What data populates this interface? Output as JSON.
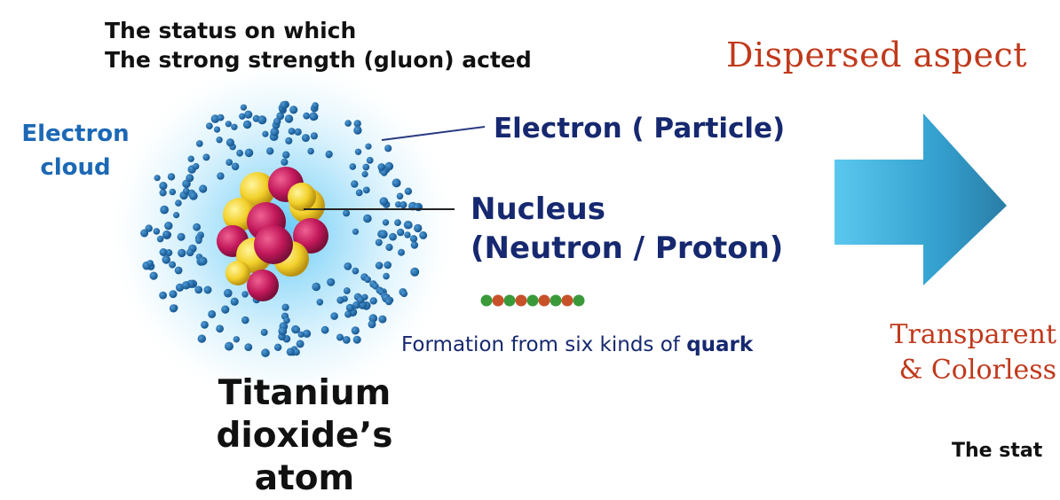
{
  "captions": {
    "status_line1": "The status on which",
    "status_line2": "The strong strength (gluon) acted",
    "dispersed_aspect": "Dispersed aspect",
    "electron_cloud_line1": "Electron",
    "electron_cloud_line2": "cloud",
    "electron_particle": "Electron ( Particle)",
    "nucleus_line1": "Nucleus",
    "nucleus_line2": "(Neutron / Proton)",
    "formation_prefix": "Formation from six kinds of ",
    "formation_bold": "quark",
    "atom_line1": "Titanium",
    "atom_line2": "dioxide’s atom",
    "transparent_line1": "Transparent",
    "transparent_line2": "& Colorless",
    "corner_fragment": "The stat"
  },
  "colors": {
    "electron_dot": "#1f6fb0",
    "cloud_glow": "#4fc3f7",
    "proton": "#c2185b",
    "neutron": "#f2d02a",
    "arrow": "#3fa9d6",
    "accent_text": "#c0391b",
    "navy_text": "#16286f"
  }
}
